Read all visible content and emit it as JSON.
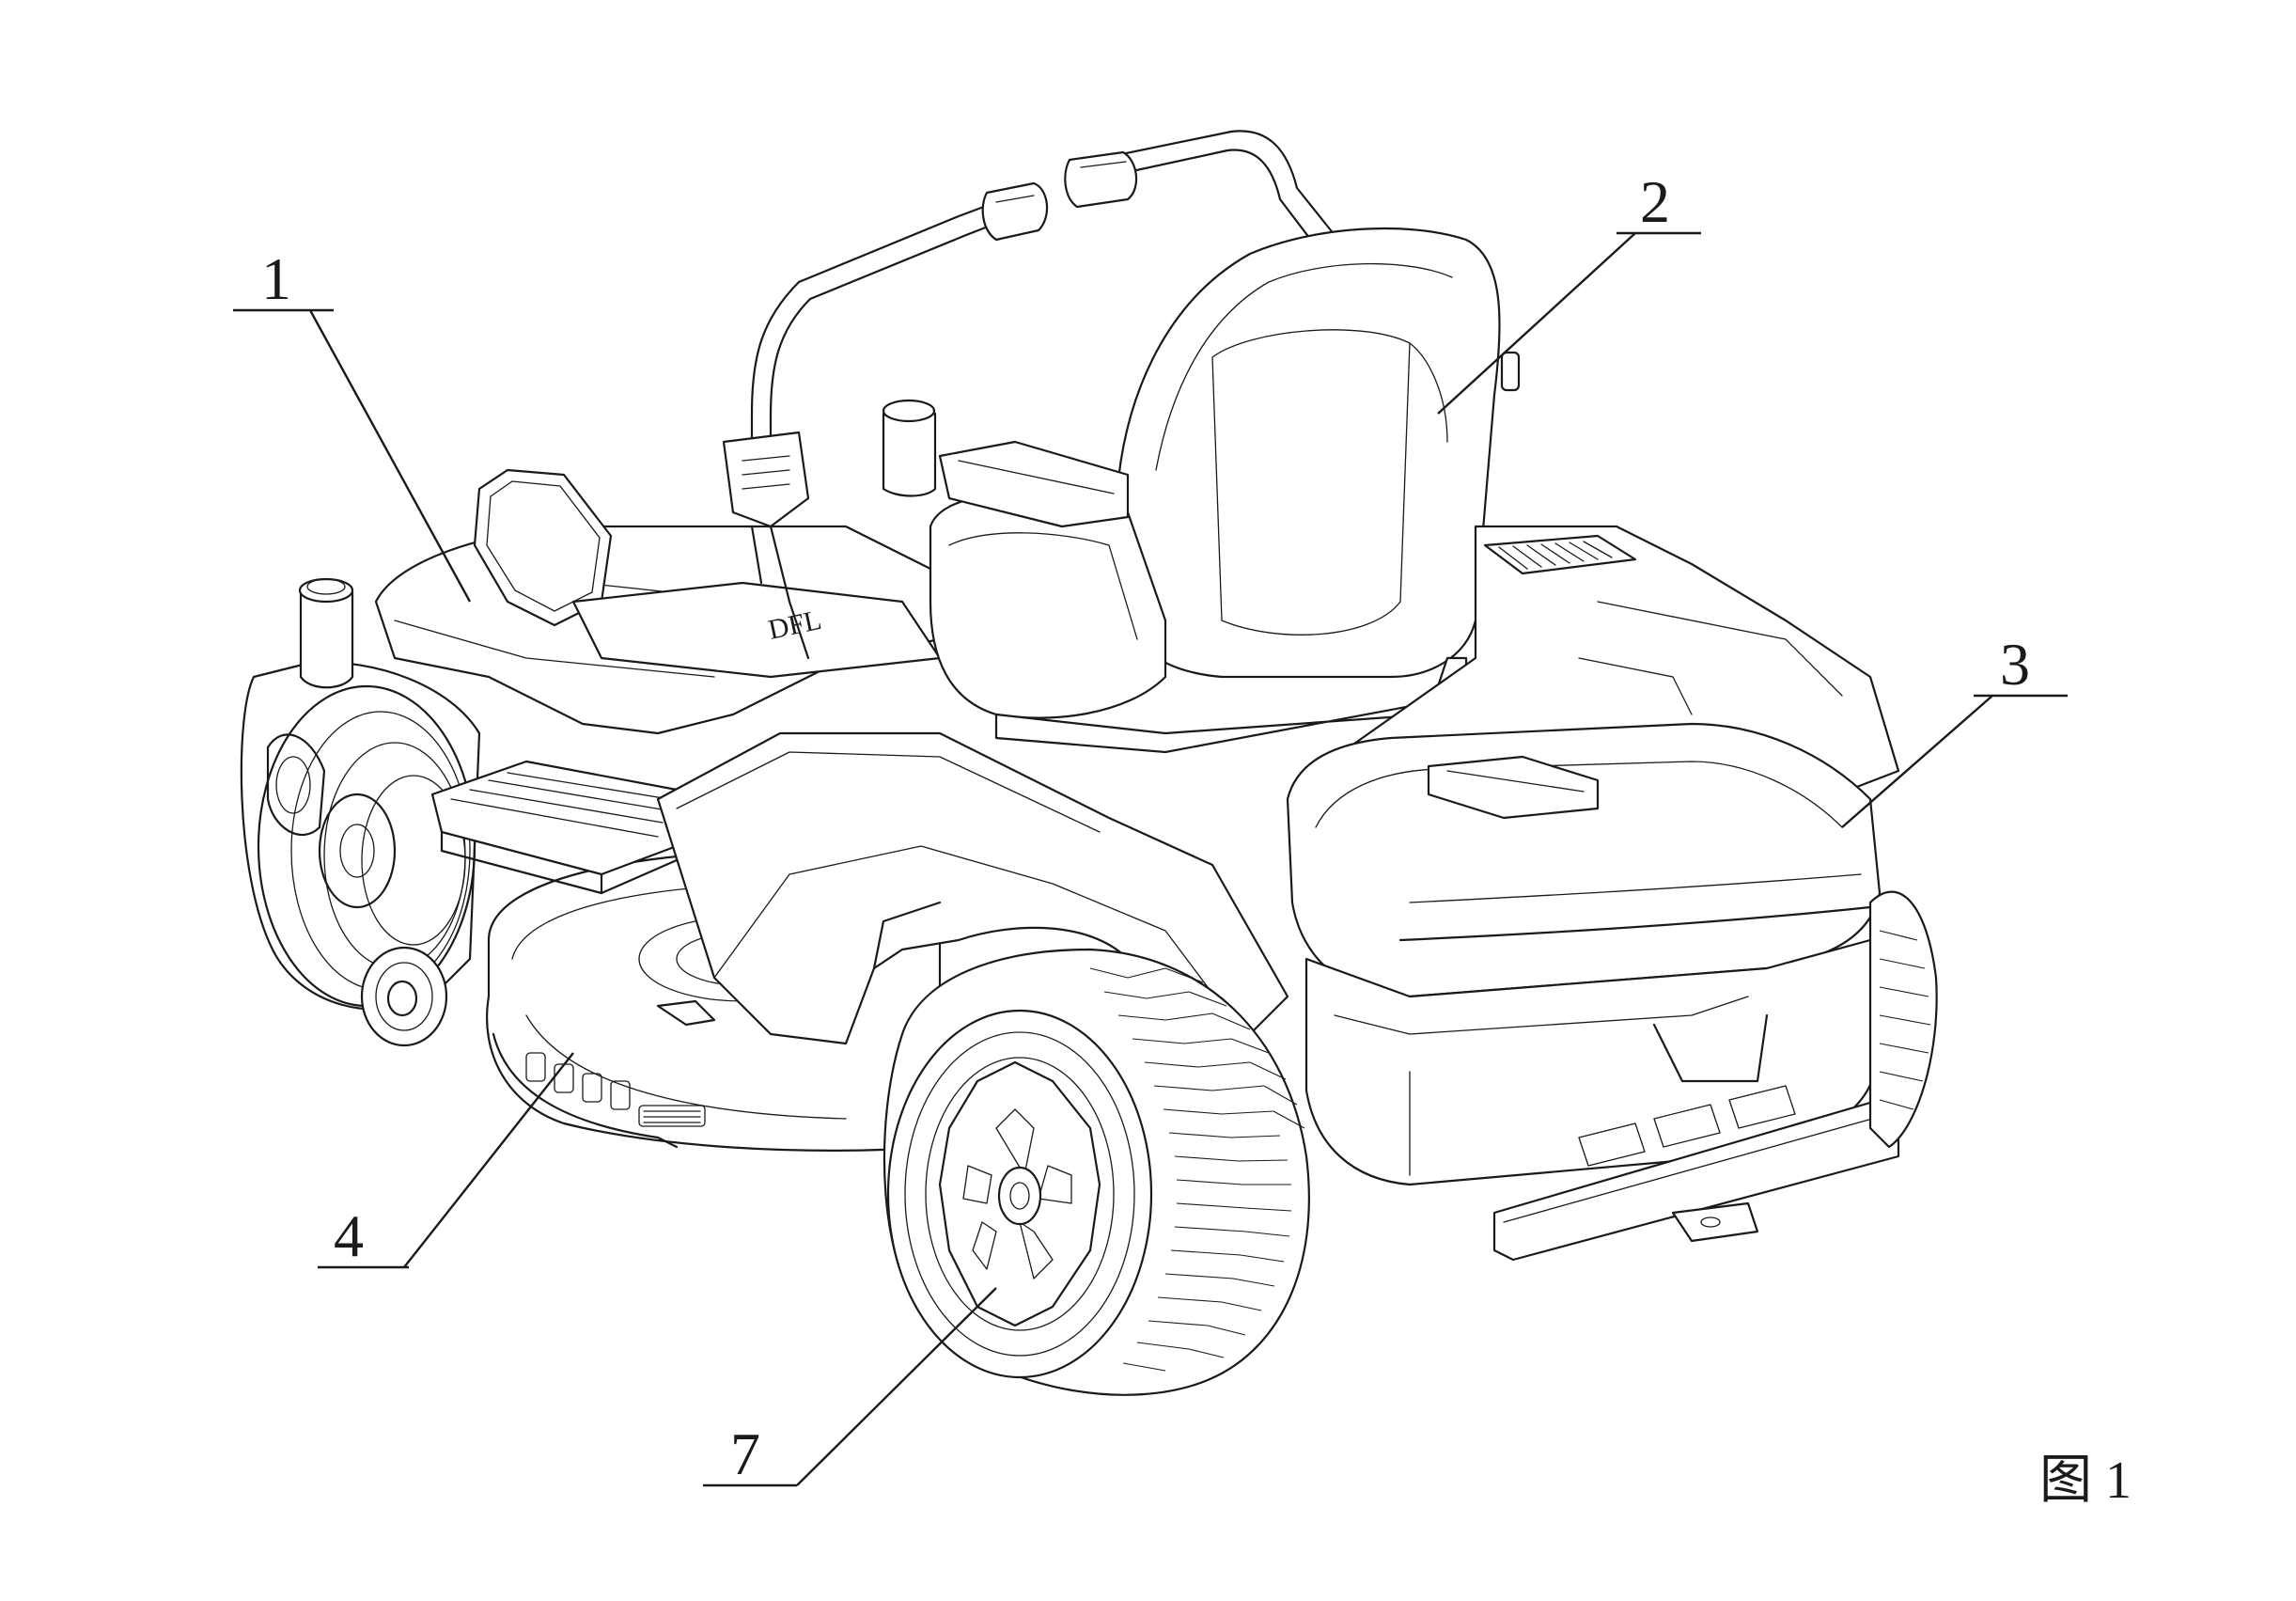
{
  "figure": {
    "caption": "图 1",
    "callouts": [
      {
        "id": "1",
        "label": "1"
      },
      {
        "id": "2",
        "label": "2"
      },
      {
        "id": "3",
        "label": "3"
      },
      {
        "id": "4",
        "label": "4"
      },
      {
        "id": "7",
        "label": "7"
      }
    ],
    "seat_badge": "DFL"
  },
  "colors": {
    "line": "#1a1a1a",
    "background": "#ffffff"
  }
}
